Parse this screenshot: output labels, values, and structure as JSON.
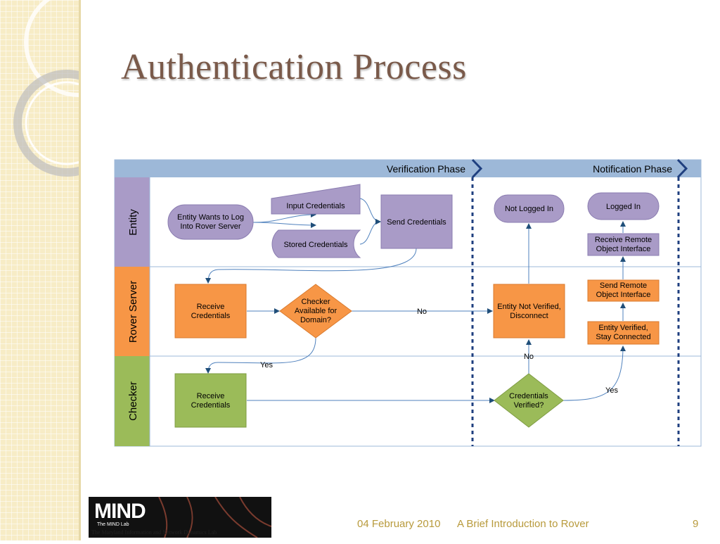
{
  "slide": {
    "title": "Authentication Process",
    "footer_date": "04 February 2010",
    "footer_subtitle": "A Brief Introduction to Rover",
    "page_number": "9"
  },
  "logo": {
    "main": "MIND",
    "tag": "The MIND Lab",
    "caption": "The Maryland Information and Network Dynamics Lab"
  },
  "diagram": {
    "phases": {
      "verification": "Verification Phase",
      "notification": "Notification Phase"
    },
    "lanes": {
      "entity": "Entity",
      "rover": "Rover Server",
      "checker": "Checker"
    },
    "nodes": {
      "entity_wants_l1": "Entity Wants to Log",
      "entity_wants_l2": "Into Rover Server",
      "input_credentials": "Input Credentials",
      "stored_credentials": "Stored Credentials",
      "send_credentials": "Send Credentials",
      "not_logged_in": "Not Logged In",
      "logged_in": "Logged In",
      "receive_remote_l1": "Receive Remote",
      "receive_remote_l2": "Object Interface",
      "rs_receive_l1": "Receive",
      "rs_receive_l2": "Credentials",
      "checker_avail_l1": "Checker",
      "checker_avail_l2": "Available for",
      "checker_avail_l3": "Domain?",
      "not_verified_l1": "Entity Not Verified,",
      "not_verified_l2": "Disconnect",
      "send_remote_l1": "Send Remote",
      "send_remote_l2": "Object Interface",
      "verified_l1": "Entity Verified,",
      "verified_l2": "Stay Connected",
      "ck_receive_l1": "Receive",
      "ck_receive_l2": "Credentials",
      "cred_verified_l1": "Credentials",
      "cred_verified_l2": "Verified?"
    },
    "edge_labels": {
      "no_avail": "No",
      "yes_avail": "Yes",
      "no_verified": "No",
      "yes_verified": "Yes"
    },
    "colors": {
      "header": "#9db8d8",
      "entity": "#a99bc7",
      "rover": "#f79646",
      "checker": "#9bbb59",
      "divider": "#1f3f7f"
    }
  }
}
